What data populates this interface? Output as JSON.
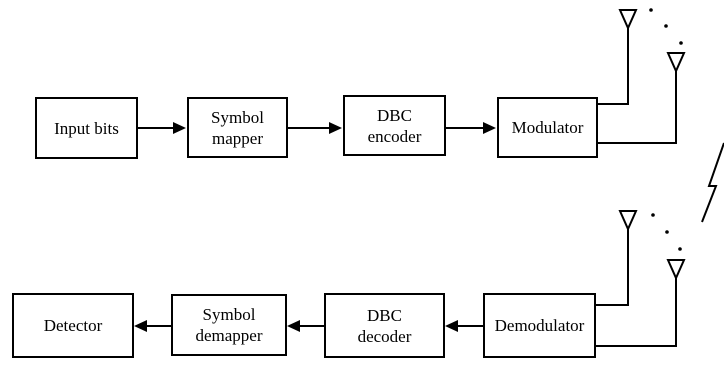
{
  "transmitter": {
    "input_bits": "Input bits",
    "symbol_mapper": "Symbol\nmapper",
    "dbc_encoder": "DBC\nencoder",
    "modulator": "Modulator"
  },
  "receiver": {
    "demodulator": "Demodulator",
    "dbc_decoder": "DBC\ndecoder",
    "symbol_demapper": "Symbol\ndemapper",
    "detector": "Detector"
  },
  "colors": {
    "stroke": "#000000",
    "background": "#ffffff"
  }
}
